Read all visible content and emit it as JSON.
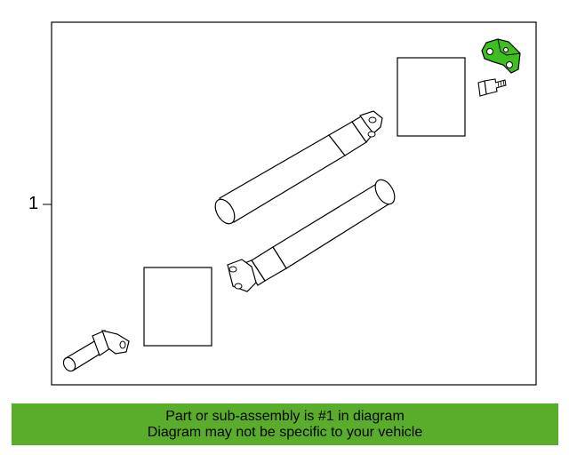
{
  "diagram": {
    "callout_number": "1",
    "highlight_color": "#3fbf1f"
  },
  "banner": {
    "line1": "Part or sub-assembly is #1 in diagram",
    "line2": "Diagram may not be specific to your vehicle",
    "background_color": "#5aad2a"
  }
}
